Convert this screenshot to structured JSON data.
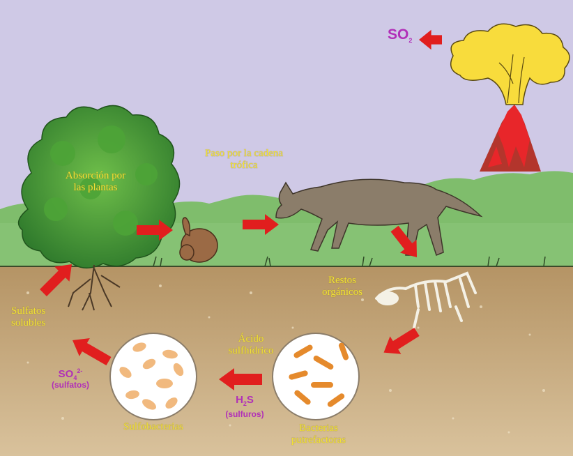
{
  "diagram": {
    "so2": "SO",
    "so2_sub": "2",
    "absorption_label": "Absorción por\nlas plantas",
    "trophic_label": "Paso por la cadena\ntrófica",
    "remains_label": "Restos\norgánicos",
    "soluble_label": "Sulfatos\nsolubles",
    "sulfobacteria_label": "Sulfobacterias",
    "putrefactive_label": "Bacterias\nputrefactoras",
    "hydrogen_sulfide_label": "Ácido\nsulfhídrico",
    "so4_main": "SO",
    "so4_sub": "4",
    "so4_sup": "2-",
    "so4_name": "(sulfatos)",
    "h2s_h": "H",
    "h2s_sub": "2",
    "h2s_s": "S",
    "h2s_name": "(sulfuros)",
    "colors": {
      "sky": "#cfc9e6",
      "grass": "#77b866",
      "soil": "#c7a87b",
      "arrow": "#e11e1e",
      "label": "#f3e23a",
      "chem": "#b12fb8",
      "lava": "#e8262a",
      "smoke": "#f8dc3c"
    }
  }
}
